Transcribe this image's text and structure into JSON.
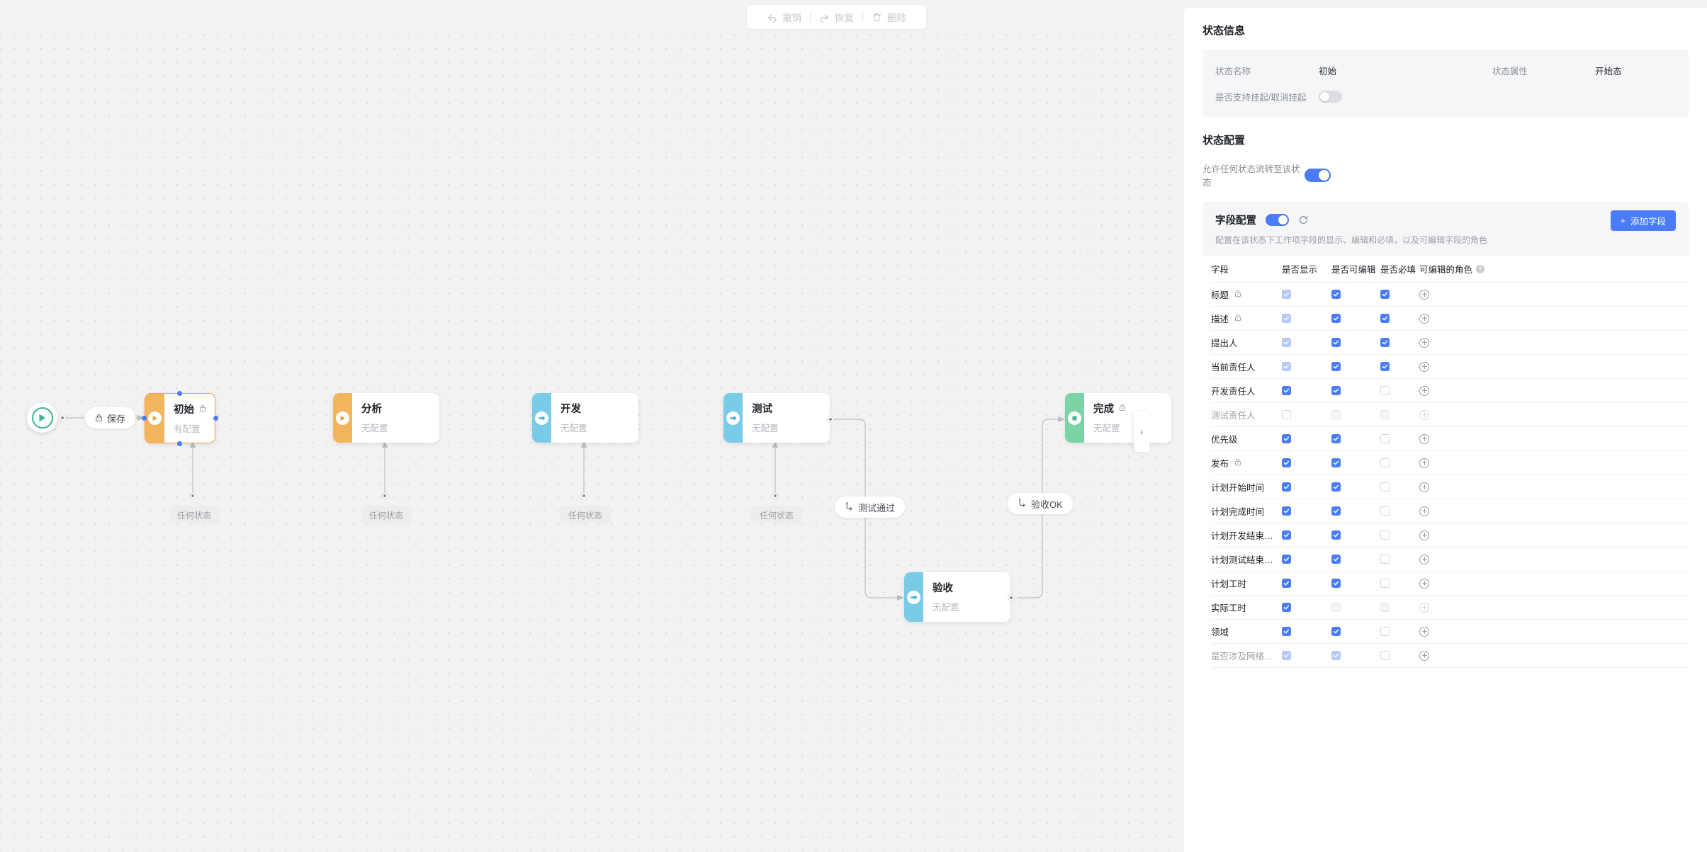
{
  "toolbar": {
    "undo": "撤销",
    "redo": "恢复",
    "delete": "删除"
  },
  "canvas": {
    "collapse_handle": "›",
    "start_node_label": "start-node",
    "nodes": [
      {
        "id": "n-init",
        "title": "初始",
        "sub": "有配置",
        "locked": true,
        "stripe": "#f2b45c",
        "icon": "play-circle-icon",
        "selected": true
      },
      {
        "id": "n-analy",
        "title": "分析",
        "sub": "无配置",
        "locked": false,
        "stripe": "#f2b45c",
        "icon": "play-circle-icon",
        "selected": false
      },
      {
        "id": "n-dev",
        "title": "开发",
        "sub": "无配置",
        "locked": false,
        "stripe": "#79cbe8",
        "icon": "arrow-circle-icon",
        "selected": false
      },
      {
        "id": "n-test",
        "title": "测试",
        "sub": "无配置",
        "locked": false,
        "stripe": "#79cbe8",
        "icon": "arrow-circle-icon",
        "selected": false
      },
      {
        "id": "n-accept",
        "title": "验收",
        "sub": "无配置",
        "locked": false,
        "stripe": "#79cbe8",
        "icon": "arrow-circle-icon",
        "selected": false
      },
      {
        "id": "n-done",
        "title": "完成",
        "sub": "无配置",
        "locked": true,
        "stripe": "#7ad4a6",
        "icon": "stop-circle-icon",
        "selected": false
      }
    ],
    "edge_labels": [
      {
        "id": "e-save",
        "text": "保存",
        "icon": "lock-icon",
        "style": "pill"
      },
      {
        "id": "e-any-1",
        "text": "任何状态",
        "style": "grey"
      },
      {
        "id": "e-any-2",
        "text": "任何状态",
        "style": "grey"
      },
      {
        "id": "e-any-3",
        "text": "任何状态",
        "style": "grey"
      },
      {
        "id": "e-any-4",
        "text": "任何状态",
        "style": "grey"
      },
      {
        "id": "e-testpass",
        "text": "测试通过",
        "icon": "branch-icon",
        "style": "pill"
      },
      {
        "id": "e-acceptok",
        "text": "验收OK",
        "icon": "branch-icon",
        "style": "pill"
      }
    ]
  },
  "panel": {
    "state_info": {
      "title": "状态信息",
      "name_label": "状态名称",
      "name_value": "初始",
      "attr_label": "状态属性",
      "attr_value": "开始态",
      "suspend_label": "是否支持挂起/取消挂起",
      "suspend_on": false
    },
    "state_config": {
      "title": "状态配置",
      "allow_any_label": "允许任何状态流转至该状态",
      "allow_any_on": true,
      "field_config": {
        "title": "字段配置",
        "toggle_on": true,
        "refresh_icon": "refresh-icon",
        "desc": "配置在该状态下工作项字段的显示、编辑和必填，以及可编辑字段的角色",
        "add_button": "添加字段"
      }
    },
    "table": {
      "headers": [
        "字段",
        "是否显示",
        "是否可编辑",
        "是否必填",
        "可编辑的角色"
      ],
      "header_help_icon": "help-icon",
      "rows": [
        {
          "name": "标题",
          "locked": true,
          "show": "checked-muted",
          "editable": "checked",
          "required": "checked",
          "role": "plus"
        },
        {
          "name": "描述",
          "locked": true,
          "show": "checked-muted",
          "editable": "checked",
          "required": "checked",
          "role": "plus"
        },
        {
          "name": "提出人",
          "locked": false,
          "show": "checked-muted",
          "editable": "checked",
          "required": "checked",
          "role": "plus"
        },
        {
          "name": "当前责任人",
          "locked": false,
          "show": "checked-muted",
          "editable": "checked",
          "required": "checked",
          "role": "plus"
        },
        {
          "name": "开发责任人",
          "locked": false,
          "show": "checked",
          "editable": "checked",
          "required": "empty",
          "role": "plus"
        },
        {
          "name": "测试责任人",
          "locked": false,
          "show": "empty",
          "editable": "disabled",
          "required": "disabled",
          "role": "plus-dim",
          "dim": true
        },
        {
          "name": "优先级",
          "locked": false,
          "show": "checked",
          "editable": "checked",
          "required": "empty",
          "role": "plus"
        },
        {
          "name": "发布",
          "locked": true,
          "show": "checked",
          "editable": "checked",
          "required": "empty",
          "role": "plus"
        },
        {
          "name": "计划开始时间",
          "locked": false,
          "show": "checked",
          "editable": "checked",
          "required": "empty",
          "role": "plus"
        },
        {
          "name": "计划完成时间",
          "locked": false,
          "show": "checked",
          "editable": "checked",
          "required": "empty",
          "role": "plus"
        },
        {
          "name": "计划开发结束…",
          "locked": false,
          "show": "checked",
          "editable": "checked",
          "required": "empty",
          "role": "plus"
        },
        {
          "name": "计划测试结束…",
          "locked": false,
          "show": "checked",
          "editable": "checked",
          "required": "empty",
          "role": "plus"
        },
        {
          "name": "计划工时",
          "locked": false,
          "show": "checked",
          "editable": "checked",
          "required": "empty",
          "role": "plus"
        },
        {
          "name": "实际工时",
          "locked": false,
          "show": "checked",
          "editable": "disabled",
          "required": "disabled",
          "role": "plus-dim"
        },
        {
          "name": "领域",
          "locked": false,
          "show": "checked",
          "editable": "checked",
          "required": "empty",
          "role": "plus"
        },
        {
          "name": "是否涉及网络…",
          "locked": false,
          "show": "checked-muted",
          "editable": "checked-muted",
          "required": "empty",
          "role": "plus",
          "dim": true
        }
      ]
    }
  },
  "colors": {
    "accent": "#4a7cf7",
    "orange": "#f2b45c",
    "blue": "#79cbe8",
    "green": "#7ad4a6",
    "canvas_bg": "#f2f2f2"
  }
}
